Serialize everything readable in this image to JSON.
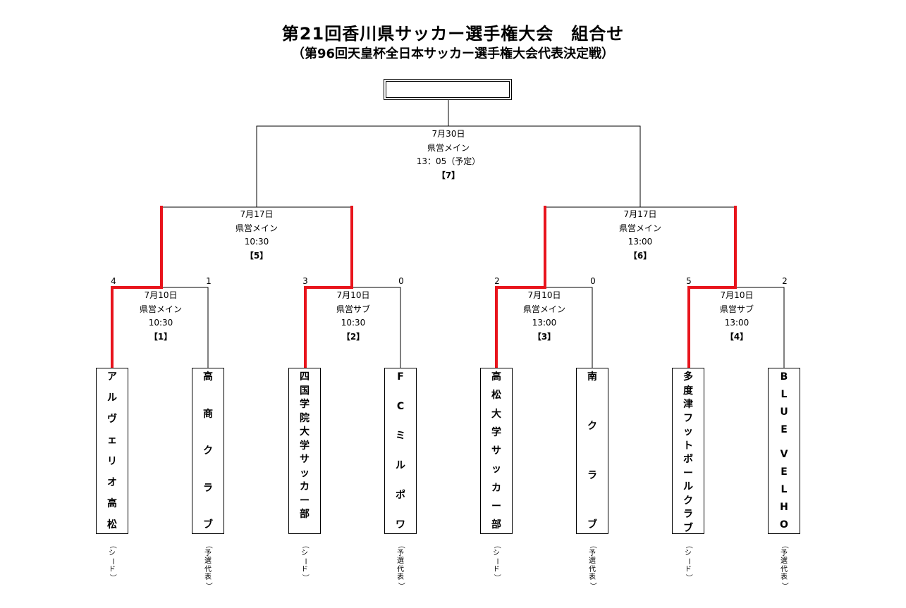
{
  "title": "第21回香川県サッカー選手権大会　組合せ",
  "subtitle": "（第96回天皇杯全日本サッカー選手権大会代表決定戦）",
  "winner_box": "",
  "colors": {
    "winner_line": "#e8141c",
    "line": "#000000"
  },
  "matches": {
    "m1": {
      "date": "7月10日",
      "venue": "県営メイン",
      "time": "10:30",
      "num": "【1】"
    },
    "m2": {
      "date": "7月10日",
      "venue": "県営サブ",
      "time": "10:30",
      "num": "【2】"
    },
    "m3": {
      "date": "7月10日",
      "venue": "県営メイン",
      "time": "13:00",
      "num": "【3】"
    },
    "m4": {
      "date": "7月10日",
      "venue": "県営サブ",
      "time": "13:00",
      "num": "【4】"
    },
    "m5": {
      "date": "7月17日",
      "venue": "県営メイン",
      "time": "10:30",
      "num": "【5】"
    },
    "m6": {
      "date": "7月17日",
      "venue": "県営メイン",
      "time": "13:00",
      "num": "【6】"
    },
    "m7": {
      "date": "7月30日",
      "venue": "県営メイン",
      "time": "13：05（予定）",
      "num": "【7】"
    }
  },
  "scores": [
    "4",
    "1",
    "3",
    "0",
    "2",
    "0",
    "5",
    "2"
  ],
  "teams": [
    {
      "name": "アルヴェリオ高松",
      "note": "（シード）"
    },
    {
      "name": "高商クラブ",
      "note": "（予選代表）"
    },
    {
      "name": "四国学院大学サッカー部",
      "note": "（シード）"
    },
    {
      "name": "FCミルポワ",
      "note": "（予選代表）"
    },
    {
      "name": "高松大学サッカー部",
      "note": "（シード）"
    },
    {
      "name": "南クラブ",
      "note": "（予選代表）"
    },
    {
      "name": "多度津フットボールクラブ",
      "note": "（シード）"
    },
    {
      "name": "BLUEVELHO",
      "note": "（予選代表）"
    }
  ]
}
